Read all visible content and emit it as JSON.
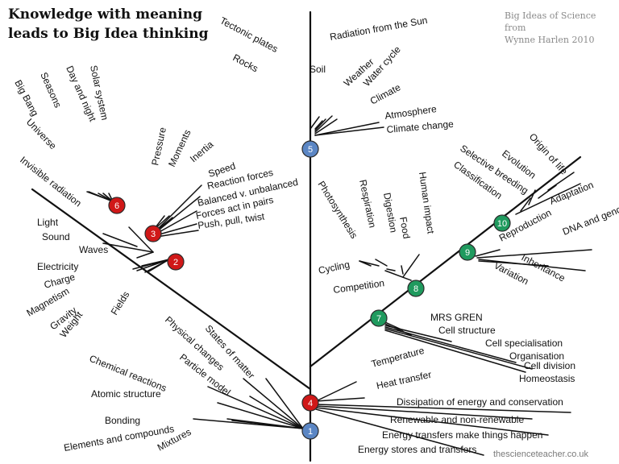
{
  "title": [
    "Knowledge with meaning",
    "leads to Big Idea thinking"
  ],
  "source": [
    "Big Ideas of Science from",
    "Wynne Harlen 2010"
  ],
  "credit": "thescienceteacher.co.uk",
  "colors": {
    "blue": "#5b86c4",
    "red": "#d01818",
    "green": "#1f9a5e",
    "line": "#111111"
  },
  "nodes": [
    {
      "id": "n1",
      "label": "1",
      "color": "blue"
    },
    {
      "id": "n2",
      "label": "2",
      "color": "red"
    },
    {
      "id": "n3",
      "label": "3",
      "color": "red"
    },
    {
      "id": "n4",
      "label": "4",
      "color": "red"
    },
    {
      "id": "n5",
      "label": "5",
      "color": "blue"
    },
    {
      "id": "n6",
      "label": "6",
      "color": "red"
    },
    {
      "id": "n7",
      "label": "7",
      "color": "green"
    },
    {
      "id": "n8",
      "label": "8",
      "color": "green"
    },
    {
      "id": "n9",
      "label": "9",
      "color": "green"
    },
    {
      "id": "n10",
      "label": "10",
      "color": "green"
    }
  ],
  "labels": {
    "n1": [
      "Elements and compounds",
      "Mixtures",
      "Bonding",
      "Atomic structure",
      "Chemical reactions",
      "Particle model",
      "Physical changes",
      "States of matter"
    ],
    "n4": [
      "Temperature",
      "Heat transfer",
      "Dissipation of energy and conservation",
      "Renewable and non-renewable",
      "Energy transfers make things happen",
      "Energy stores and transfers"
    ],
    "n5": [
      "Tectonic plates",
      "Rocks",
      "Soil",
      "Radiation from the Sun",
      "Weather",
      "Water cycle",
      "Climate",
      "Atmosphere",
      "Climate change"
    ],
    "n2": [
      "Invisible radiation",
      "Light",
      "Sound",
      "Waves",
      "Electricity",
      "Charge",
      "Magnetism",
      "Gravity",
      "Weight",
      "Fields"
    ],
    "n6": [
      "Big Bang",
      "Universe",
      "Seasons",
      "Day and night",
      "Solar system"
    ],
    "n3": [
      "Pressure",
      "Moments",
      "Inertia",
      "Speed",
      "Reaction forces",
      "Balanced v. unbalanced",
      "Forces act in pairs",
      "Push, pull, twist"
    ],
    "n7": [
      "MRS GREN",
      "Cell structure",
      "Cell specialisation",
      "Organisation",
      "Cell division",
      "Homeostasis"
    ],
    "n8": [
      "Photosynthesis",
      "Respiration",
      "Digestion",
      "Food",
      "Human impact",
      "Cycling",
      "Competition"
    ],
    "n9": [
      "Reproduction",
      "DNA and genomes",
      "Inheritance",
      "Variation"
    ],
    "n10": [
      "Origin of life",
      "Evolution",
      "Selective breeding",
      "Classification",
      "Adaptation"
    ]
  }
}
